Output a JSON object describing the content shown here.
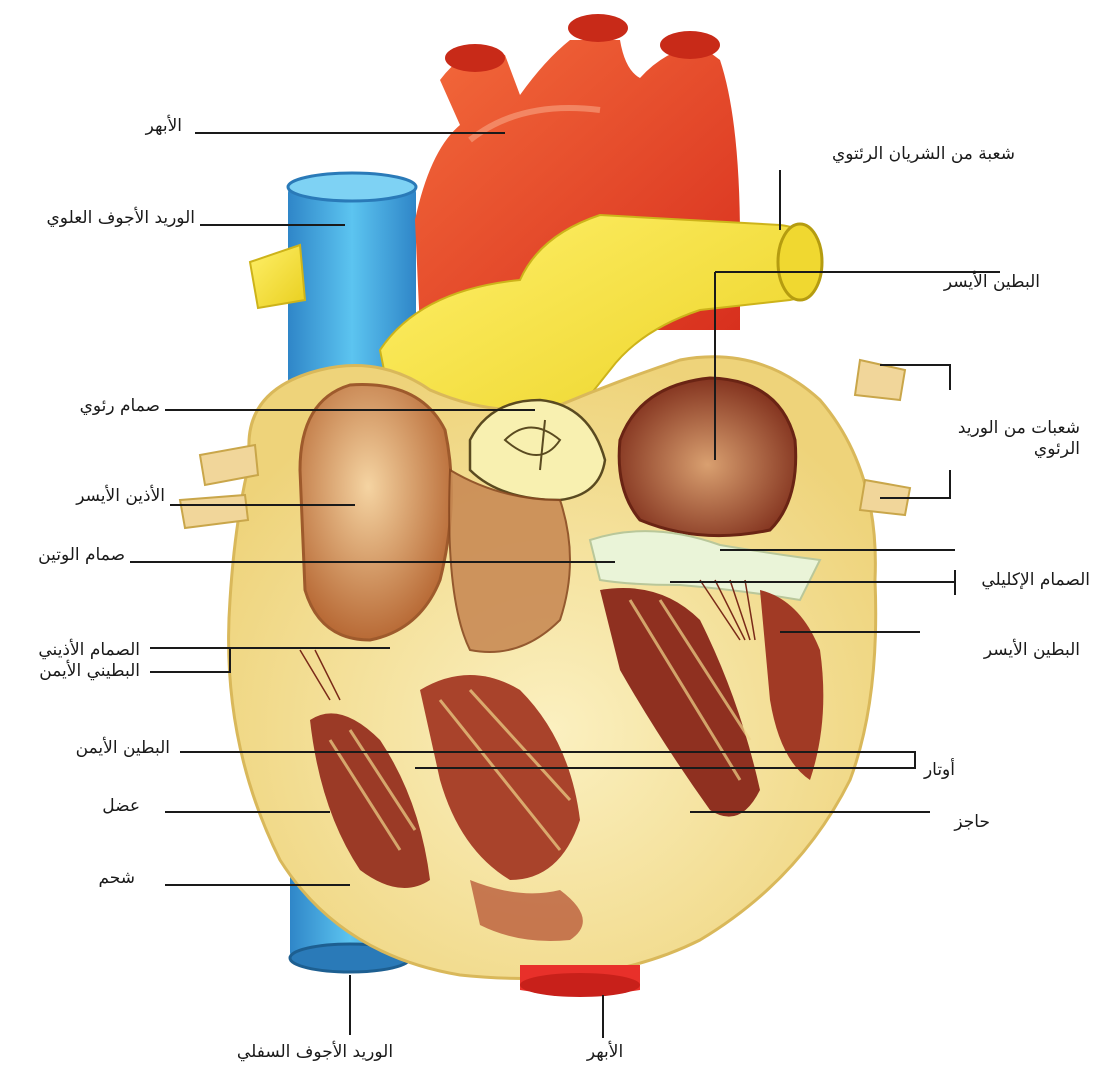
{
  "labels": {
    "aorta_top": "الأبهر",
    "pulmonary_artery_branch": "شعبة من الشريان الرئتوي",
    "superior_vena_cava": "الوريد الأجوف العلوي",
    "left_ventricle_top": "البطين الأيسر",
    "pulmonary_valve": "صمام رئوي",
    "pulmonary_veins": "شعبات من الوريد الرئوي",
    "left_atrium": "الأذين الأيسر",
    "aortic_valve": "صمام الوتين",
    "mitral_valve": "الصمام الإكليلي",
    "tricuspid_valve": "الصمام الأذيني البطيني الأيمن",
    "left_ventricle": "البطين الأيسر",
    "right_ventricle": "البطين الأيمن",
    "tendons": "أوتار",
    "muscle": "عضل",
    "septum": "حاجز",
    "fat": "شحم",
    "inferior_vena_cava": "الوريد الأجوف السفلي",
    "aorta_bottom": "الأبهر"
  },
  "colors": {
    "aorta": "#e8402a",
    "vena_cava": "#3ba7e0",
    "pulmonary_artery": "#f4e23c",
    "heart_wall": "#f3e39a",
    "muscle": "#9b3a26",
    "atrium": "#c9874e",
    "leader_line": "#1a1a1a"
  },
  "icons": [
    "heart-illustration"
  ]
}
